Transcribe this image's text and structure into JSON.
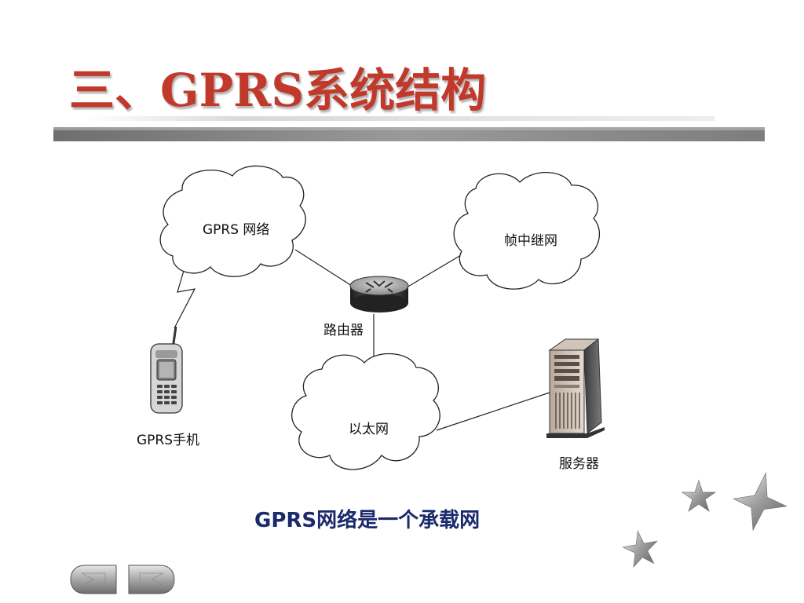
{
  "slide": {
    "title": "三、GPRS系统结构",
    "caption": "GPRS网络是一个承载网"
  },
  "diagram": {
    "nodes": {
      "gprs_network": "GPRS 网络",
      "frame_relay": "帧中继网",
      "router": "路由器",
      "ethernet": "以太网",
      "phone": "GPRS手机",
      "server": "服务器"
    }
  },
  "colors": {
    "title": "#c0392b",
    "caption": "#1a2a6c",
    "underline_dark": "#7a7a7a",
    "underline_light": "#dcdcdc"
  },
  "icons": {
    "nav_prev": "prev-arrow-icon",
    "nav_next": "next-arrow-icon",
    "decor": "star-icon"
  }
}
